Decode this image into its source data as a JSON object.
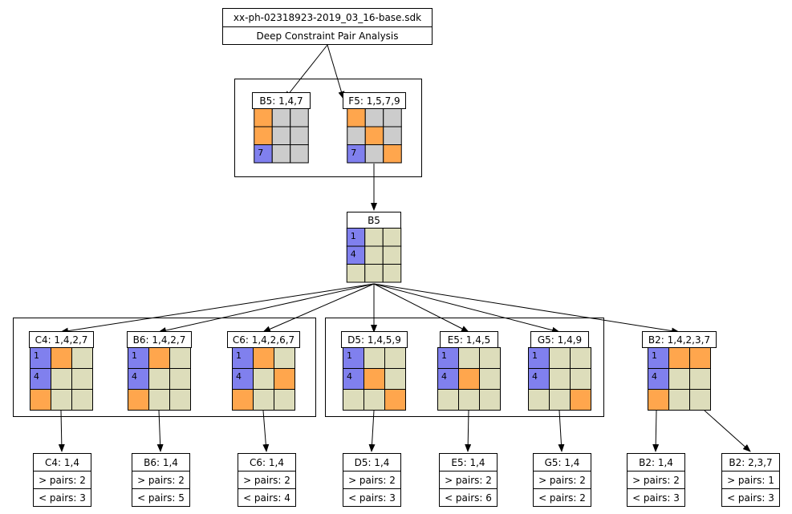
{
  "colors": {
    "orange": "#ffa64d",
    "blue": "#8080ee",
    "gray": "#cccccc",
    "khaki": "#ddddbb",
    "white": "#ffffff",
    "black": "#000000"
  },
  "header": {
    "filename": "xx-ph-02318923-2019_03_16-base.sdk",
    "subtitle": "Deep Constraint Pair Analysis"
  },
  "top_group": [
    {
      "id": "b5-147",
      "title": "B5: 1,4,7",
      "cells": [
        "orange",
        "gray",
        "gray",
        "orange",
        "gray",
        "gray",
        "blue",
        "gray",
        "gray"
      ],
      "digits": [
        "",
        "",
        "",
        "",
        "",
        "",
        "7",
        "",
        ""
      ]
    },
    {
      "id": "f5-1579",
      "title": "F5: 1,5,7,9",
      "cells": [
        "orange",
        "gray",
        "gray",
        "gray",
        "orange",
        "gray",
        "blue",
        "gray",
        "orange"
      ],
      "digits": [
        "",
        "",
        "",
        "",
        "",
        "",
        "7",
        "",
        ""
      ]
    }
  ],
  "center": {
    "id": "b5",
    "title": "B5",
    "cells": [
      "blue",
      "khaki",
      "khaki",
      "blue",
      "khaki",
      "khaki",
      "khaki",
      "khaki",
      "khaki"
    ],
    "digits": [
      "1",
      "",
      "",
      "4",
      "",
      "",
      "",
      "",
      ""
    ]
  },
  "level2": [
    {
      "id": "c4-1427",
      "title": "C4: 1,4,2,7",
      "cells": [
        "blue",
        "orange",
        "khaki",
        "blue",
        "khaki",
        "khaki",
        "orange",
        "khaki",
        "khaki"
      ],
      "digits": [
        "1",
        "",
        "",
        "4",
        "",
        "",
        "",
        "",
        ""
      ]
    },
    {
      "id": "b6-1427",
      "title": "B6: 1,4,2,7",
      "cells": [
        "blue",
        "orange",
        "khaki",
        "blue",
        "khaki",
        "khaki",
        "orange",
        "khaki",
        "khaki"
      ],
      "digits": [
        "1",
        "",
        "",
        "4",
        "",
        "",
        "",
        "",
        ""
      ]
    },
    {
      "id": "c6-14267",
      "title": "C6: 1,4,2,6,7",
      "cells": [
        "blue",
        "orange",
        "khaki",
        "blue",
        "khaki",
        "orange",
        "orange",
        "khaki",
        "khaki"
      ],
      "digits": [
        "1",
        "",
        "",
        "4",
        "",
        "",
        "",
        "",
        ""
      ]
    },
    {
      "id": "d5-1459",
      "title": "D5: 1,4,5,9",
      "cells": [
        "blue",
        "khaki",
        "khaki",
        "blue",
        "orange",
        "khaki",
        "khaki",
        "khaki",
        "orange"
      ],
      "digits": [
        "1",
        "",
        "",
        "4",
        "",
        "",
        "",
        "",
        ""
      ]
    },
    {
      "id": "e5-145",
      "title": "E5: 1,4,5",
      "cells": [
        "blue",
        "khaki",
        "khaki",
        "blue",
        "orange",
        "khaki",
        "khaki",
        "khaki",
        "khaki"
      ],
      "digits": [
        "1",
        "",
        "",
        "4",
        "",
        "",
        "",
        "",
        ""
      ]
    },
    {
      "id": "g5-149",
      "title": "G5: 1,4,9",
      "cells": [
        "blue",
        "khaki",
        "khaki",
        "blue",
        "khaki",
        "khaki",
        "khaki",
        "khaki",
        "orange"
      ],
      "digits": [
        "1",
        "",
        "",
        "4",
        "",
        "",
        "",
        "",
        ""
      ]
    },
    {
      "id": "b2-14237",
      "title": "B2: 1,4,2,3,7",
      "cells": [
        "blue",
        "orange",
        "orange",
        "blue",
        "khaki",
        "khaki",
        "orange",
        "khaki",
        "khaki"
      ],
      "digits": [
        "1",
        "",
        "",
        "4",
        "",
        "",
        "",
        "",
        ""
      ]
    }
  ],
  "leaves": [
    {
      "id": "c4",
      "title": "C4: 1,4",
      "gt": "> pairs: 2",
      "lt": "< pairs: 3"
    },
    {
      "id": "b6",
      "title": "B6: 1,4",
      "gt": "> pairs: 2",
      "lt": "< pairs: 5"
    },
    {
      "id": "c6",
      "title": "C6: 1,4",
      "gt": "> pairs: 2",
      "lt": "< pairs: 4"
    },
    {
      "id": "d5",
      "title": "D5: 1,4",
      "gt": "> pairs: 2",
      "lt": "< pairs: 3"
    },
    {
      "id": "e5",
      "title": "E5: 1,4",
      "gt": "> pairs: 2",
      "lt": "< pairs: 6"
    },
    {
      "id": "g5",
      "title": "G5: 1,4",
      "gt": "> pairs: 2",
      "lt": "< pairs: 2"
    },
    {
      "id": "b2-14",
      "title": "B2: 1,4",
      "gt": "> pairs: 2",
      "lt": "< pairs: 3"
    },
    {
      "id": "b2-237",
      "title": "B2: 2,3,7",
      "gt": "> pairs: 1",
      "lt": "< pairs: 3"
    }
  ]
}
